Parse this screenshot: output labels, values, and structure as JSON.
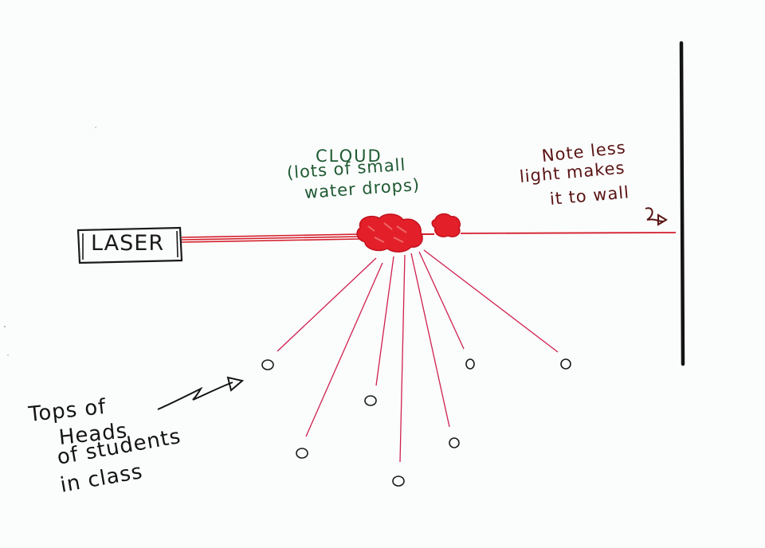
{
  "laser": {
    "label": "LASER"
  },
  "cloud": {
    "title": "CLOUD",
    "line2": "(lots of small",
    "line3": "water drops)"
  },
  "note": {
    "line1": "Note less",
    "line2": "light makes",
    "line3": "it to wall"
  },
  "heads_note": {
    "line1": "Tops of",
    "line2": "Heads",
    "line3": "of students",
    "line4": "in class"
  },
  "colors": {
    "beam": "#d41f2c",
    "scatter": "#d0204e",
    "cloud_fill": "#e3202a",
    "cloud_text": "#1f5a33",
    "note_text": "#5a1414",
    "ink": "#141414",
    "background": "#fbfcfc"
  },
  "icons": {
    "wall": "vertical-wall-line",
    "arrow_to_wall": "squiggle-arrow-icon",
    "arrow_to_heads": "squiggle-arrow-icon",
    "heads": "circle-icon"
  }
}
